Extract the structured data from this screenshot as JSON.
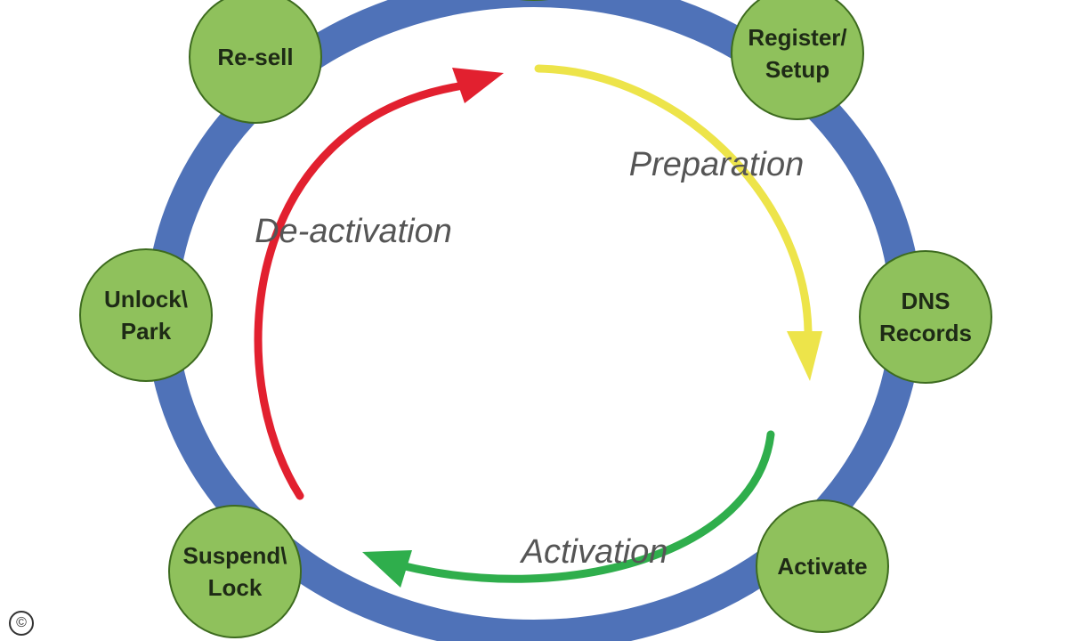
{
  "colors": {
    "ring": "#4f72b8",
    "node_fill": "#8fc15c",
    "node_stroke": "#3d6b1f",
    "preparation": "#ede44a",
    "activation": "#2fae4c",
    "deactivation": "#e2202f",
    "phase_label": "#555555",
    "node_label": "#1e2a16"
  },
  "nodes": [
    {
      "id": "register-setup",
      "lines": [
        "Register/",
        "Setup"
      ]
    },
    {
      "id": "dns-records",
      "lines": [
        "DNS",
        "Records"
      ]
    },
    {
      "id": "activate",
      "lines": [
        "Activate"
      ]
    },
    {
      "id": "suspend-lock",
      "lines": [
        "Suspend\\",
        "Lock"
      ]
    },
    {
      "id": "unlock-park",
      "lines": [
        "Unlock\\",
        "Park"
      ]
    },
    {
      "id": "re-sell",
      "lines": [
        "Re-sell"
      ]
    }
  ],
  "phases": {
    "preparation": "Preparation",
    "activation": "Activation",
    "deactivation": "De-activation"
  },
  "copyright_symbol": "©"
}
